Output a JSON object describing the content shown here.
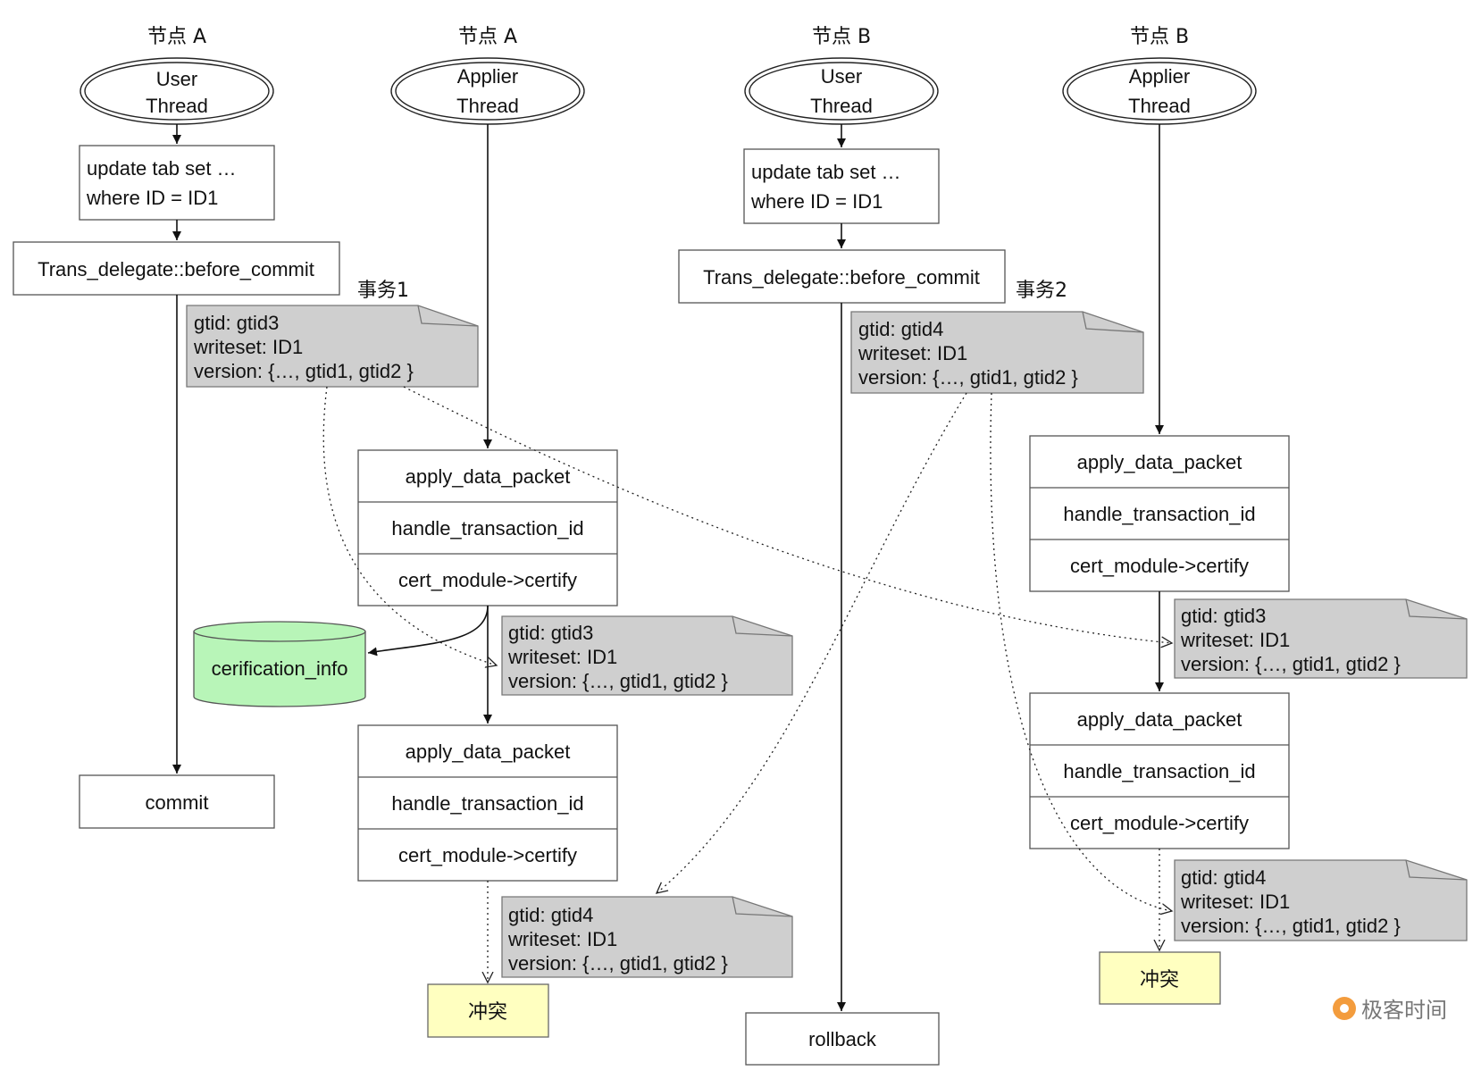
{
  "headers": [
    "节点 A",
    "节点 A",
    "节点 B",
    "节点 B"
  ],
  "threads": [
    {
      "line1": "User",
      "line2": "Thread"
    },
    {
      "line1": "Applier",
      "line2": "Thread"
    },
    {
      "line1": "User",
      "line2": "Thread"
    },
    {
      "line1": "Applier",
      "line2": "Thread"
    }
  ],
  "update_box": {
    "line1": "update tab set …",
    "line2": "where ID = ID1"
  },
  "before_commit": "Trans_delegate::before_commit",
  "txn_labels": [
    "事务1",
    "事务2"
  ],
  "notes": {
    "gtid3": {
      "gtid": "gtid: gtid3",
      "writeset": "writeset: ID1",
      "version": "version: {…, gtid1, gtid2 }"
    },
    "gtid4": {
      "gtid": "gtid: gtid4",
      "writeset": "writeset: ID1",
      "version": "version: {…, gtid1, gtid2 }"
    }
  },
  "stack": [
    "apply_data_packet",
    "handle_transaction_id",
    "cert_module->certify"
  ],
  "cert_info": "cerification_info",
  "commit": "commit",
  "rollback": "rollback",
  "conflict": "冲突",
  "brand": "极客时间",
  "colors": {
    "note_fill": "#cfcfcf",
    "cylinder_fill": "#b8f5b8",
    "conflict_fill": "#ffffc0",
    "brand_orange": "#f39c3d"
  }
}
